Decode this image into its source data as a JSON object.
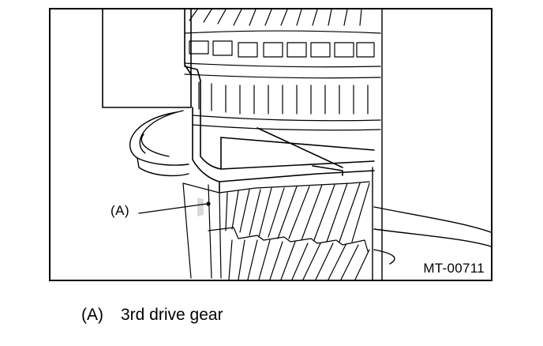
{
  "figure": {
    "callout": "(A)",
    "figure_id": "MT-00711"
  },
  "legend": [
    {
      "marker": "(A)",
      "description": "3rd drive gear"
    }
  ]
}
